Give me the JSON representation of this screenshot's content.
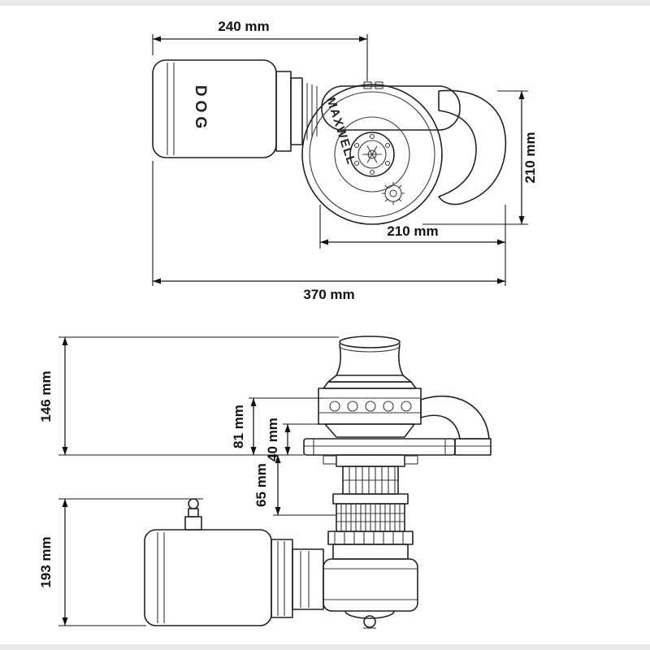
{
  "drawing": {
    "brand": "MAXWELL",
    "motor_mark": "DOG"
  },
  "dimensions": {
    "d240": "240 mm",
    "d210_right": "210 mm",
    "d210_gypsy": "210 mm",
    "d370": "370 mm",
    "d146": "146 mm",
    "d81": "81 mm",
    "d40": "40 mm",
    "d65": "65 mm",
    "d193": "193 mm"
  }
}
